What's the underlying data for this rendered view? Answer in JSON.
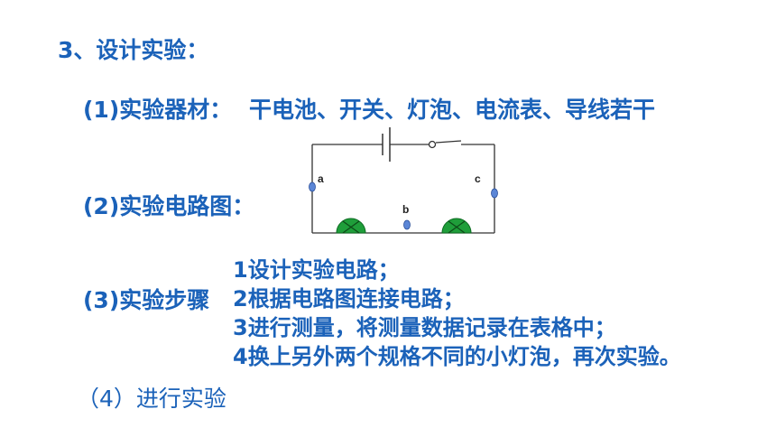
{
  "heading": "3、设计实验：",
  "sections": {
    "materials_label": "(1)实验器材：",
    "materials_value": "干电池、开关、灯泡、电流表、导线若干",
    "circuit_label": "(2)实验电路图：",
    "steps_label": "(3)实验步骤",
    "conduct_label": "（4）进行实验"
  },
  "steps": [
    "1设计实验电路；",
    "2根据电路图连接电路；",
    "3进行测量，将测量数据记录在表格中；",
    "4换上另外两个规格不同的小灯泡，再次实验。"
  ],
  "circuit": {
    "point_a": "a",
    "point_b": "b",
    "point_c": "c"
  },
  "colors": {
    "text": "#1b62b9",
    "bulb_fill": "#1f9e3a",
    "point_fill": "#5b86d6"
  }
}
